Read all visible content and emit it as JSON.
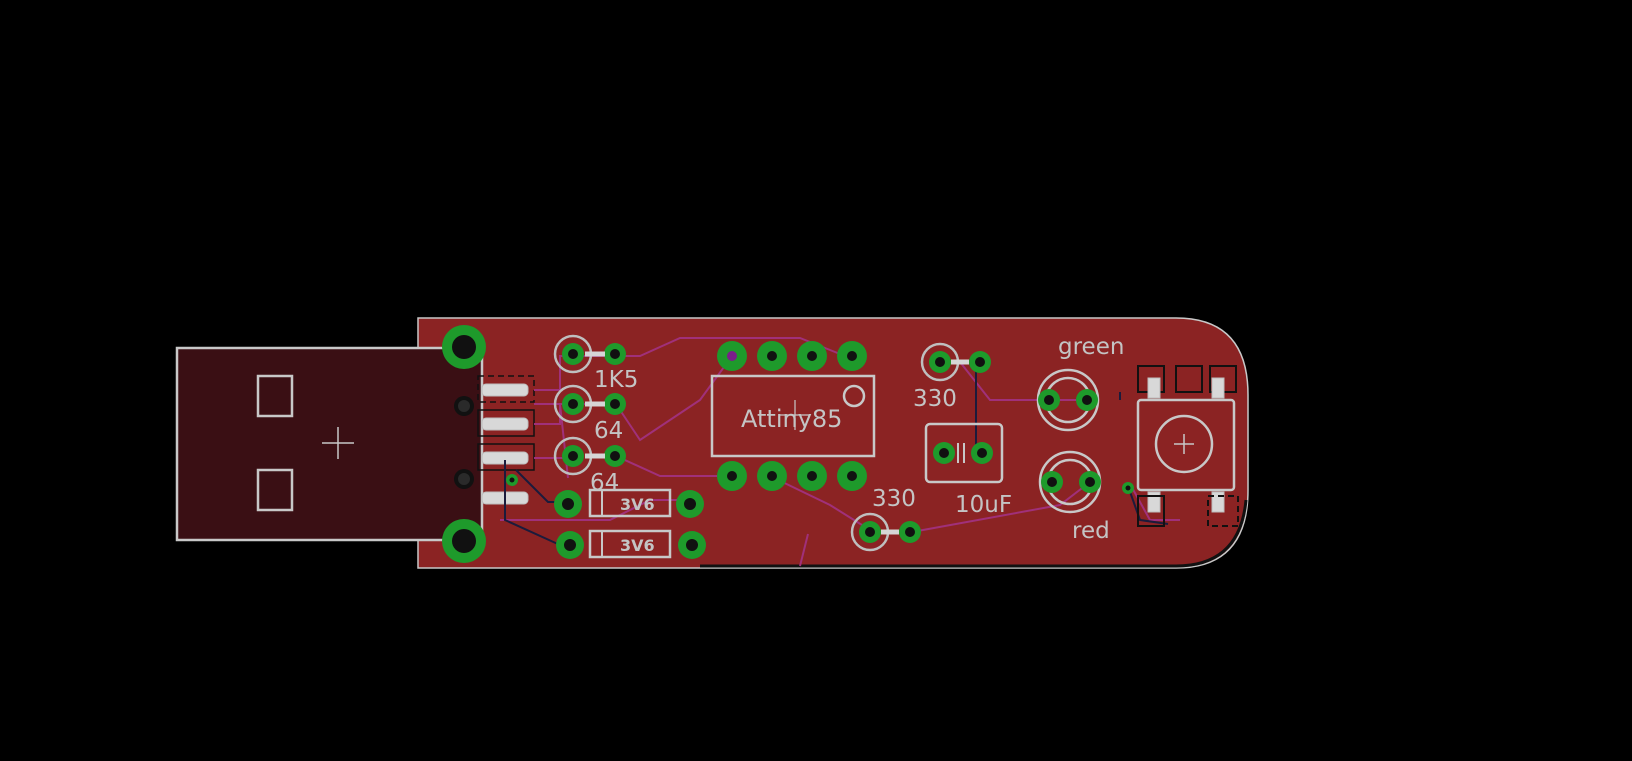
{
  "board": {
    "mcu_label": "Attiny85",
    "resistor_labels": [
      "1K5",
      "64",
      "64",
      "330",
      "330"
    ],
    "capacitor_label": "10uF",
    "diode_labels": [
      "3V6",
      "3V6"
    ],
    "led_labels": [
      "green",
      "red"
    ]
  },
  "colors": {
    "background": "#000000",
    "board_fill": "#8b2323",
    "board_outline": "#c8c8c8",
    "pad_green": "#1e9a2b",
    "silkscreen": "#c4c4c4",
    "trace_top": "#a0307a",
    "trace_bottom": "#1b1b3c",
    "usb_plug_fill": "#3a0f14"
  }
}
